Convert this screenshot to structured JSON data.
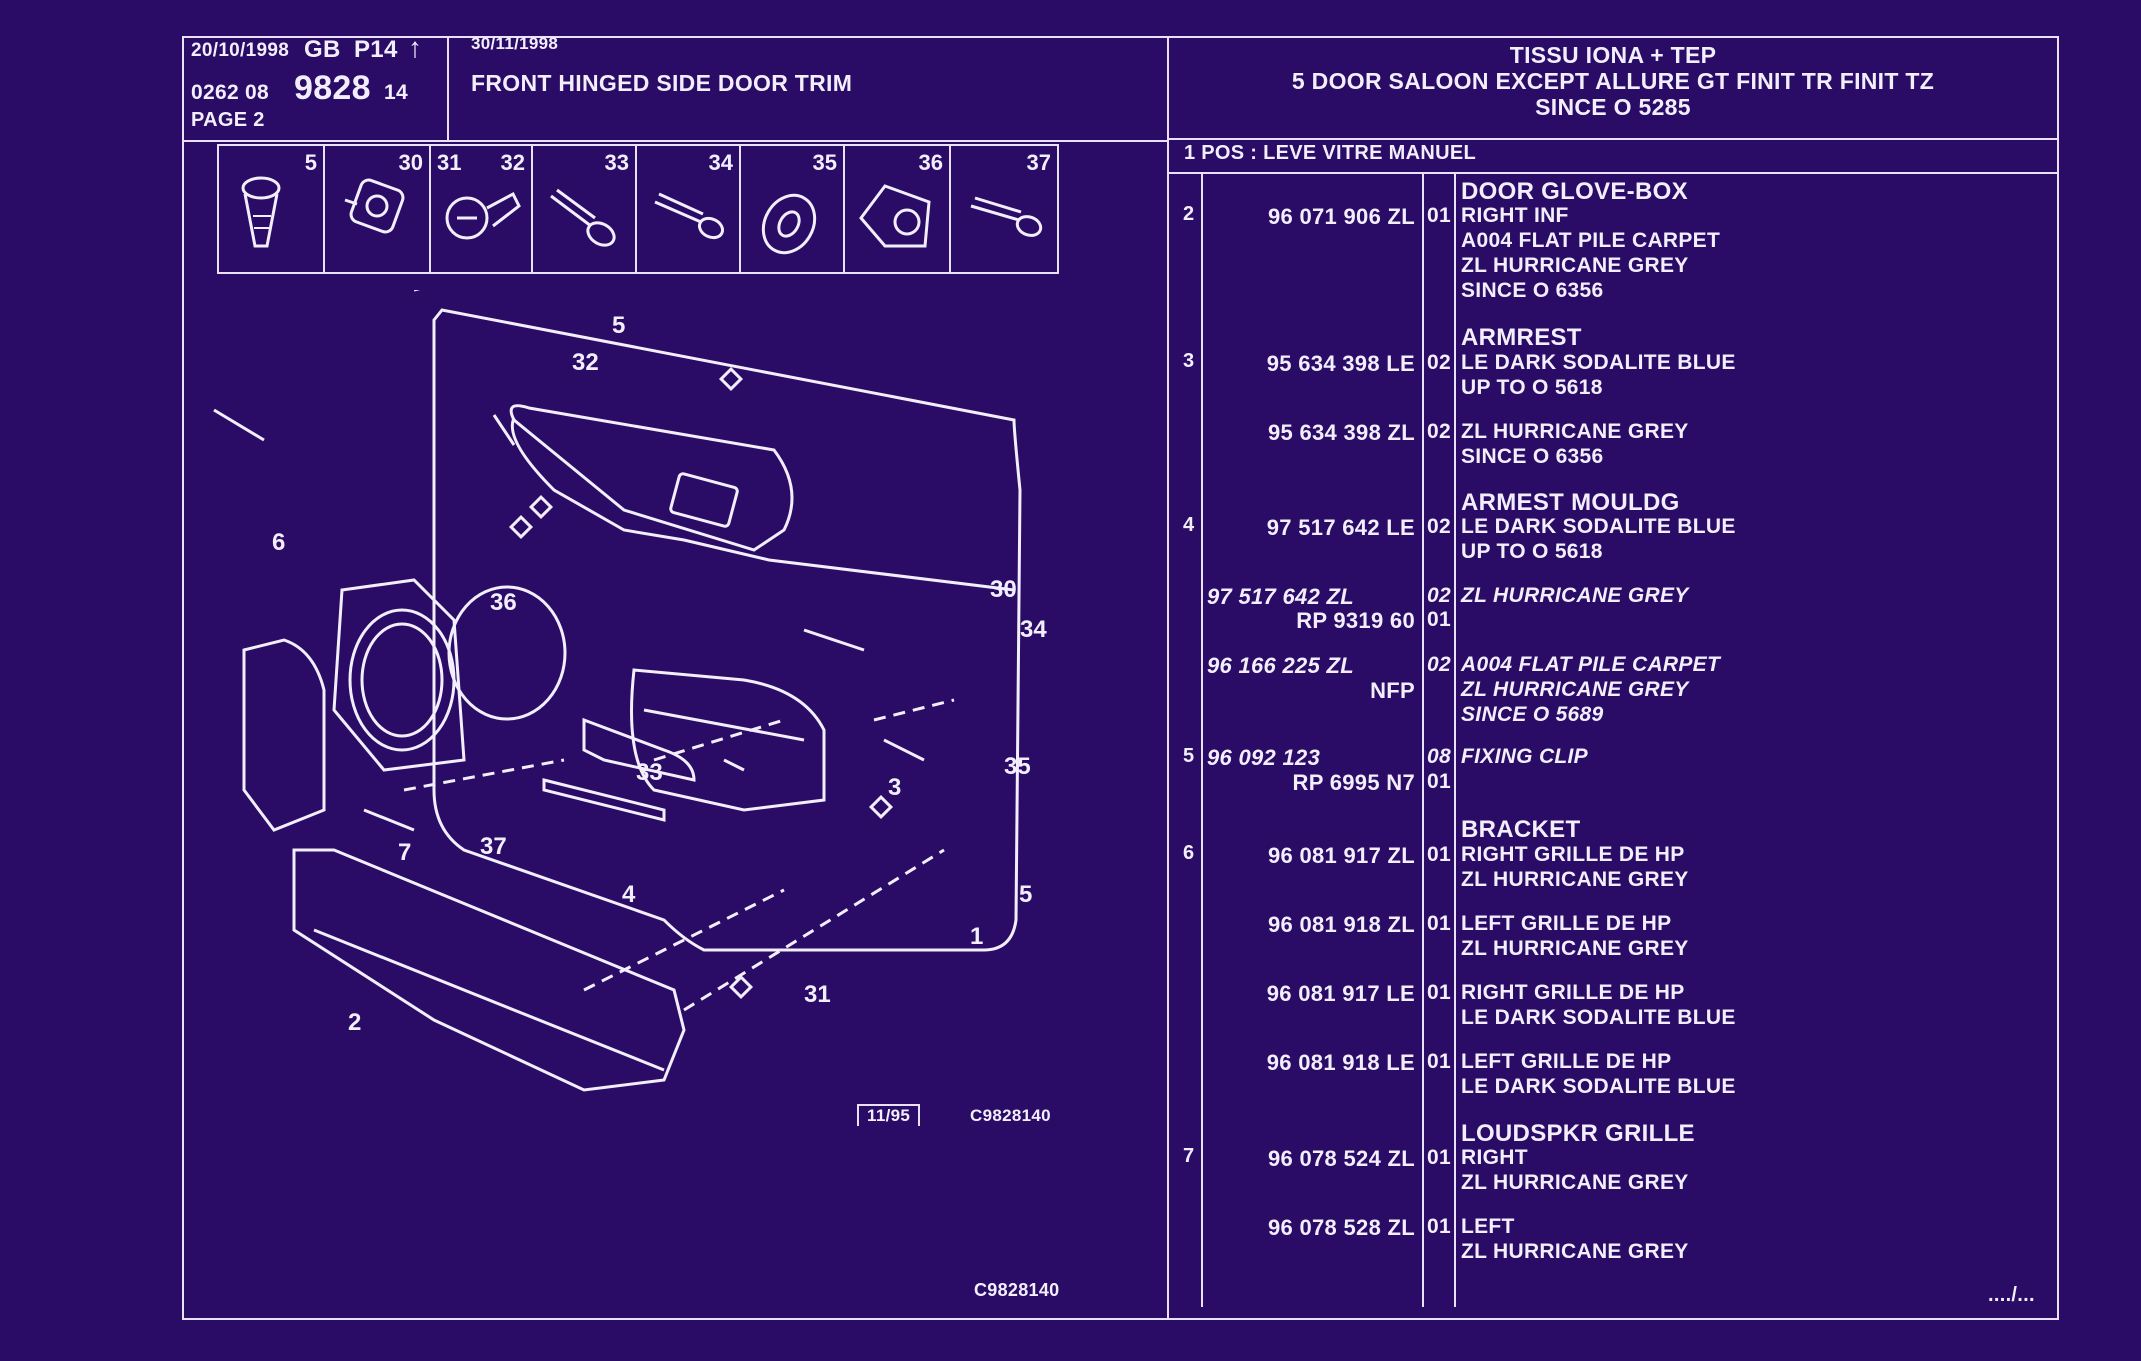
{
  "header": {
    "date1": "20/10/1998",
    "lang": "GB",
    "code": "P14",
    "arrow": "↑",
    "ref_prefix": "0262 08",
    "ref_main": "9828",
    "ref_suffix": "14",
    "page": "PAGE 2",
    "date2": "30/11/1998",
    "title": "FRONT HINGED SIDE DOOR TRIM",
    "right_line1": "TISSU IONA + TEP",
    "right_line2": "5 DOOR SALOON EXCEPT ALLURE GT FINIT  TR FINIT  TZ",
    "right_line3": "SINCE O       5285",
    "pos_note": "1 POS : LEVE VITRE MANUEL"
  },
  "thumbnails": [
    {
      "num": "5"
    },
    {
      "num": "30"
    },
    {
      "num": "31"
    },
    {
      "num": "32"
    },
    {
      "num": "33"
    },
    {
      "num": "34"
    },
    {
      "num": "35"
    },
    {
      "num": "36"
    },
    {
      "num": "37"
    }
  ],
  "diagram": {
    "labels": [
      "5",
      "32",
      "6",
      "36",
      "30",
      "34",
      "35",
      "33",
      "3",
      "37",
      "7",
      "4",
      "5",
      "1",
      "2",
      "31"
    ],
    "stamp": "11/95",
    "code_small": "C9828140",
    "code_bottom": "C9828140"
  },
  "parts": [
    {
      "pos": "2",
      "pn": "96 071 906 ZL",
      "qty": "01",
      "title": "DOOR GLOVE-BOX",
      "lines": [
        "RIGHT INF",
        "A004 FLAT PILE CARPET",
        "ZL HURRICANE GREY",
        "SINCE O 6356"
      ]
    },
    {
      "pos": "3",
      "pn": "95 634 398 LE",
      "qty": "02",
      "title": "ARMREST",
      "lines": [
        "LE DARK SODALITE BLUE",
        "UP TO O 5618"
      ]
    },
    {
      "pos": "",
      "pn": "95 634 398 ZL",
      "qty": "02",
      "title": "",
      "lines": [
        "ZL HURRICANE GREY",
        "SINCE O 6356"
      ]
    },
    {
      "pos": "4",
      "pn": "97 517 642 LE",
      "qty": "02",
      "title": "ARMEST MOULDG",
      "lines": [
        "LE DARK SODALITE BLUE",
        "UP TO O 5618"
      ]
    },
    {
      "pos": "",
      "pn": "97 517 642 ZL",
      "pn2": "RP  9319 60",
      "qty": "02",
      "qty2": "01",
      "title": "",
      "lines": [
        "ZL HURRICANE GREY"
      ],
      "italic": true
    },
    {
      "pos": "",
      "pn": "96 166 225 ZL",
      "pn2": "NFP",
      "qty": "02",
      "title": "",
      "lines": [
        "A004 FLAT PILE CARPET",
        "ZL HURRICANE GREY",
        "SINCE O 5689"
      ],
      "italic": true
    },
    {
      "pos": "5",
      "pn": "96 092 123",
      "pn2": "RP  6995 N7",
      "qty": "08",
      "qty2": "01",
      "title": "",
      "lines": [
        "FIXING CLIP"
      ],
      "italic": true
    },
    {
      "pos": "6",
      "pn": "96 081 917 ZL",
      "qty": "01",
      "title": "BRACKET",
      "lines": [
        "RIGHT GRILLE DE HP",
        "ZL HURRICANE GREY"
      ]
    },
    {
      "pos": "",
      "pn": "96 081 918 ZL",
      "qty": "01",
      "title": "",
      "lines": [
        "LEFT GRILLE DE HP",
        "ZL HURRICANE GREY"
      ]
    },
    {
      "pos": "",
      "pn": "96 081 917 LE",
      "qty": "01",
      "title": "",
      "lines": [
        "RIGHT GRILLE DE HP",
        "LE DARK SODALITE BLUE"
      ]
    },
    {
      "pos": "",
      "pn": "96 081 918 LE",
      "qty": "01",
      "title": "",
      "lines": [
        "LEFT GRILLE DE HP",
        "LE DARK SODALITE BLUE"
      ]
    },
    {
      "pos": "7",
      "pn": "96 078 524 ZL",
      "qty": "01",
      "title": "LOUDSPKR GRILLE",
      "lines": [
        "RIGHT",
        "ZL HURRICANE GREY"
      ]
    },
    {
      "pos": "",
      "pn": "96 078 528 ZL",
      "qty": "01",
      "title": "",
      "lines": [
        "LEFT",
        "ZL HURRICANE GREY"
      ]
    }
  ],
  "continued": "..../..."
}
